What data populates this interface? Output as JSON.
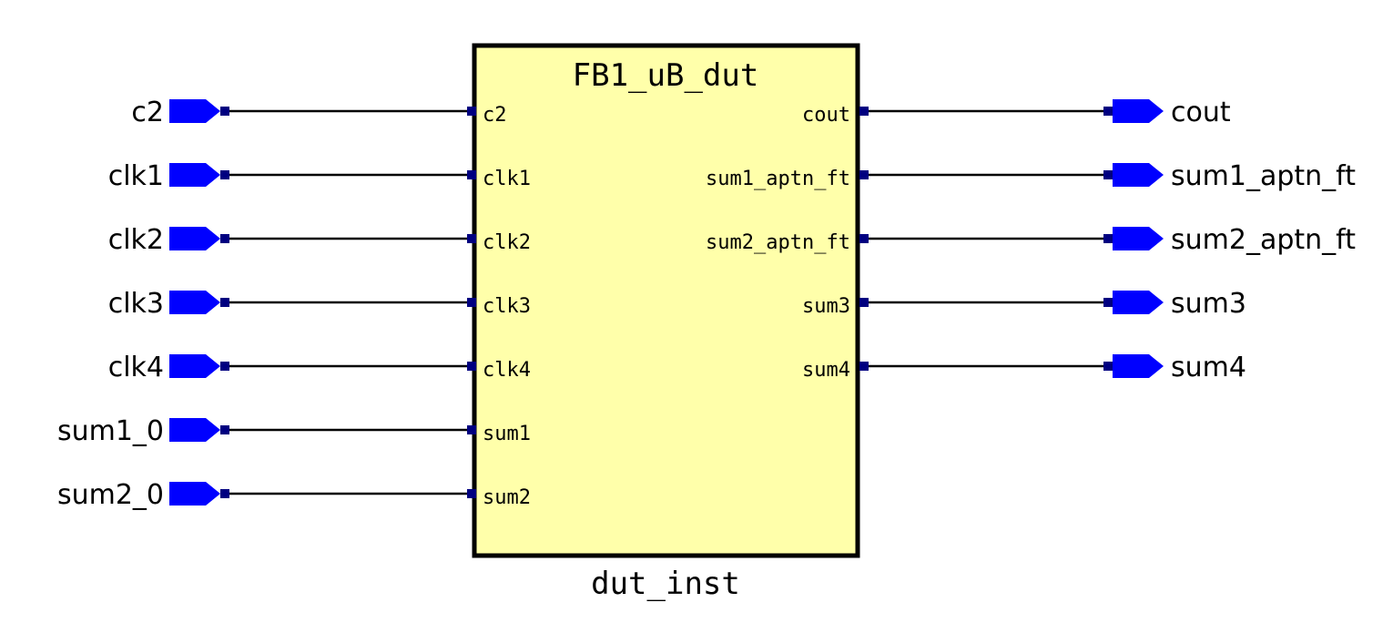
{
  "block": {
    "title": "FB1_uB_dut",
    "instance_name": "dut_inst",
    "fill_color": "#ffffaa",
    "border_color": "#000000"
  },
  "inputs": [
    {
      "net": "c2",
      "pin": "c2"
    },
    {
      "net": "clk1",
      "pin": "clk1"
    },
    {
      "net": "clk2",
      "pin": "clk2"
    },
    {
      "net": "clk3",
      "pin": "clk3"
    },
    {
      "net": "clk4",
      "pin": "clk4"
    },
    {
      "net": "sum1_0",
      "pin": "sum1"
    },
    {
      "net": "sum2_0",
      "pin": "sum2"
    }
  ],
  "outputs": [
    {
      "net": "cout",
      "pin": "cout"
    },
    {
      "net": "sum1_aptn_ft",
      "pin": "sum1_aptn_ft"
    },
    {
      "net": "sum2_aptn_ft",
      "pin": "sum2_aptn_ft"
    },
    {
      "net": "sum3",
      "pin": "sum3"
    },
    {
      "net": "sum4",
      "pin": "sum4"
    }
  ],
  "colors": {
    "port": "#0000ff",
    "pin_marker": "#000080",
    "wire": "#000000"
  }
}
